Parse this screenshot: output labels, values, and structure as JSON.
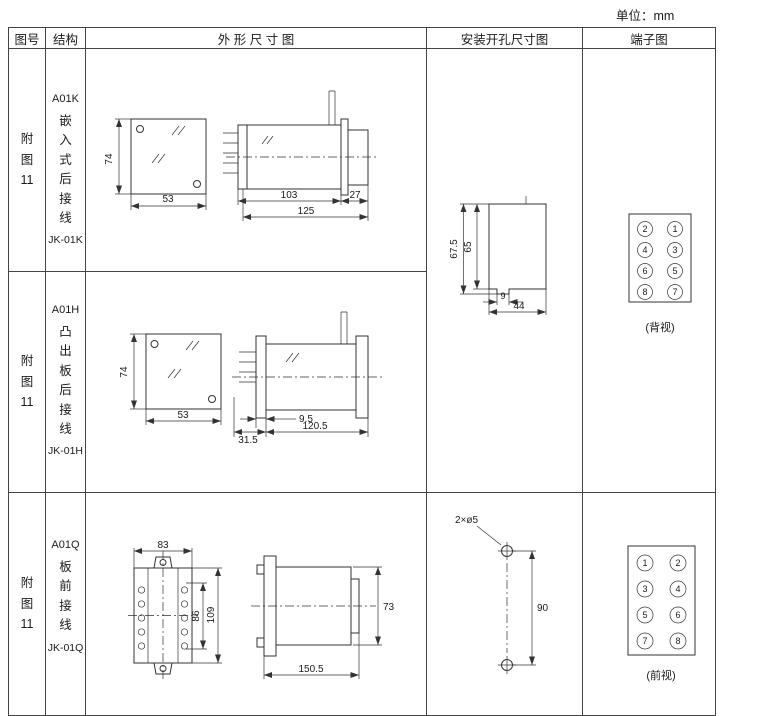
{
  "unit_label": "单位：mm",
  "ink_color": "#1a1a1a",
  "line_color": "#444444",
  "columns": {
    "figure": "图号",
    "structure": "结构",
    "outline": "外 形 尺 寸 图",
    "mounting": "安装开孔尺寸图",
    "terminal": "端子图"
  },
  "row1": {
    "figure": "附\n图\n11",
    "model": "A01K",
    "desc": "嵌\n入\n式\n后\n接\n线",
    "code": "JK-01K",
    "dims": {
      "front_h": "74",
      "front_w": "53",
      "body": "103",
      "rear": "27",
      "total": "125"
    }
  },
  "row2": {
    "figure": "附\n图\n11",
    "model": "A01H",
    "desc": "凸\n出\n板\n后\n接\n线",
    "code": "JK-01H",
    "dims": {
      "front_h": "74",
      "front_w": "53",
      "gap": "9.5",
      "proj": "31.5",
      "total": "120.5"
    }
  },
  "row3": {
    "figure": "附\n图\n11",
    "model": "A01Q",
    "desc": "板\n前\n接\n线",
    "code": "JK-01Q",
    "dims": {
      "front_w": "83",
      "mid_h": "86",
      "front_h": "109",
      "side_h": "73",
      "depth": "150.5"
    }
  },
  "mounting_rear": {
    "total_h": "67.5",
    "inner_h": "65",
    "notch_w": "9",
    "width": "44"
  },
  "mounting_front": {
    "hole_label": "2×ø5",
    "pitch": "90"
  },
  "terminal_rear": {
    "cells": [
      "2",
      "1",
      "4",
      "3",
      "6",
      "5",
      "8",
      "7"
    ],
    "view": "(背视)"
  },
  "terminal_front": {
    "cells": [
      "1",
      "2",
      "3",
      "4",
      "5",
      "6",
      "7",
      "8"
    ],
    "view": "(前视)"
  }
}
